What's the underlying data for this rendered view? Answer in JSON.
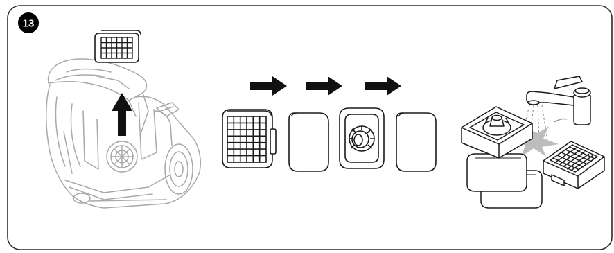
{
  "step": {
    "number": "13"
  },
  "colors": {
    "frame": "#2b2b2b",
    "ink": "#1a1a1a",
    "faded": "#a8a8a8",
    "arrow": "#111111",
    "badge": "#000000",
    "badge_text": "#ffffff"
  },
  "panels": [
    {
      "name": "remove-filter-from-vacuum",
      "icons": [
        "vacuum-cleaner-icon",
        "filter-cassette-icon",
        "up-arrow-icon"
      ]
    },
    {
      "name": "disassemble-filter-sequence",
      "icons": [
        "filter-grid-icon",
        "right-arrow-icon",
        "foam-pad-icon",
        "right-arrow-icon",
        "filter-frame-icon",
        "right-arrow-icon",
        "foam-pad-icon"
      ]
    },
    {
      "name": "rinse-filter-parts",
      "icons": [
        "tap-icon",
        "water-stream-icon",
        "filter-frame-icon",
        "foam-pad-icon",
        "filter-grid-icon"
      ]
    }
  ]
}
